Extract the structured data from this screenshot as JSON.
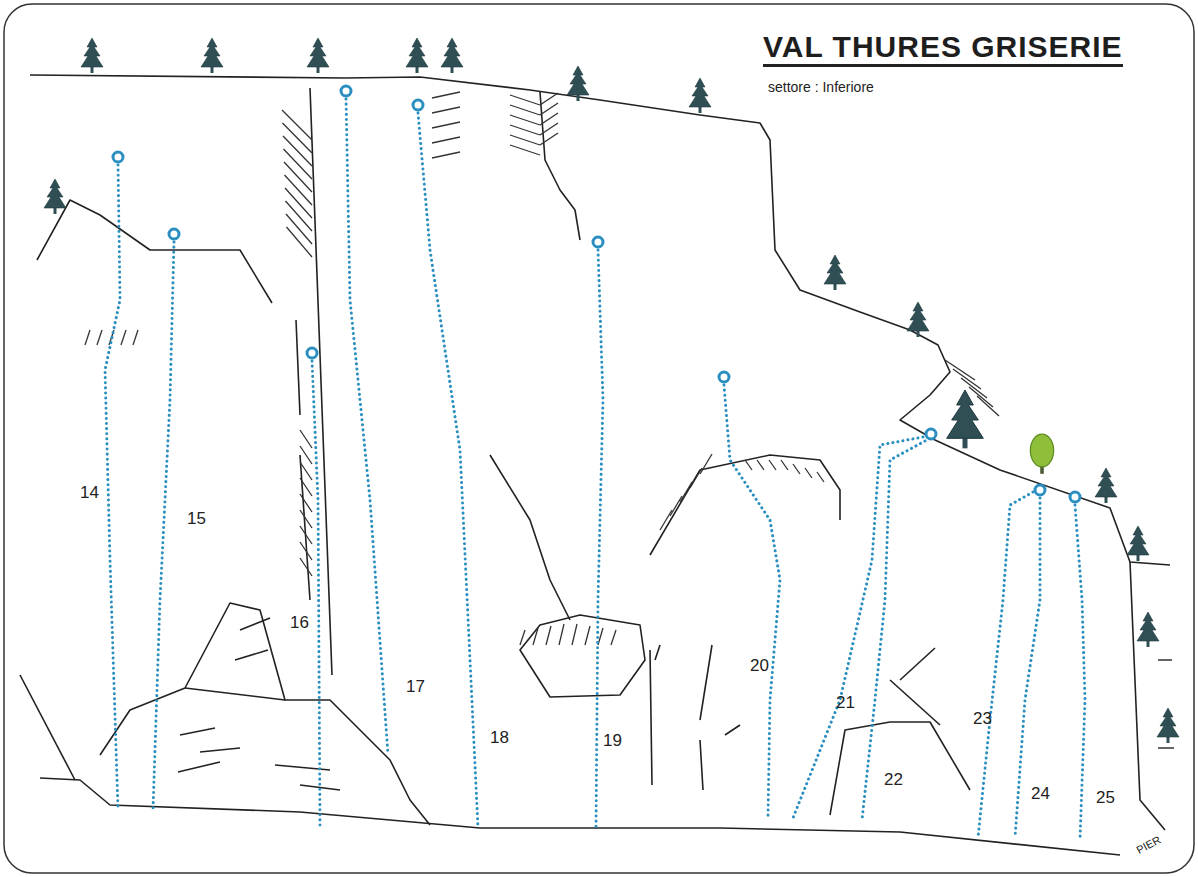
{
  "diagram": {
    "title": "VAL THURES GRISERIE",
    "labels": [
      "settore : Inferiore",
      "14",
      "15",
      "16",
      "17",
      "18",
      "19",
      "20",
      "21",
      "22",
      "23",
      "24",
      "25",
      "PIER"
    ]
  }
}
